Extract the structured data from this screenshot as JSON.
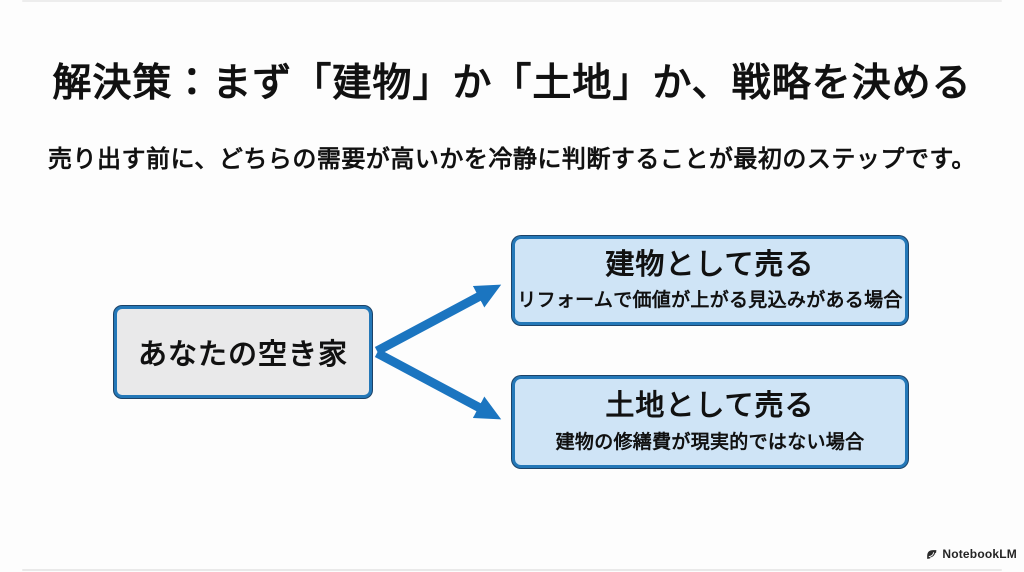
{
  "slide": {
    "title": "解決策：まず「建物」か「土地」か、戦略を決める",
    "subtitle": "売り出す前に、どちらの需要が高いかを冷静に判断することが最初のステップです。",
    "source_node": {
      "label": "あなたの空き家"
    },
    "options": [
      {
        "title": "建物として売る",
        "condition": "リフォームで価値が上がる見込みがある場合"
      },
      {
        "title": "土地として売る",
        "condition": "建物の修繕費が現実的ではない場合"
      }
    ],
    "colors": {
      "accent": "#1b75c0",
      "box-border": "#2478b8",
      "box-outline": "#1c4267",
      "option-fill": "#cfe4f6",
      "source-fill": "#e9e9ea",
      "text": "#111111",
      "background": "#fdfdfd"
    },
    "watermark": {
      "brand": "NotebookLM"
    }
  }
}
